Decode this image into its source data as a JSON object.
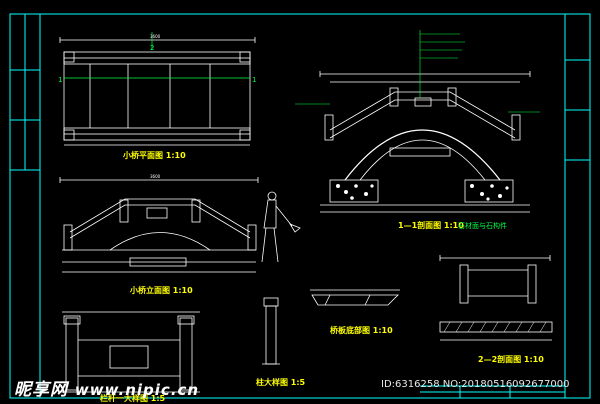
{
  "drawing": {
    "plan_title": "小桥平面图 1:10",
    "elevation_title": "小桥立面图 1:10",
    "section_1_title": "1—1剖面图 1:10",
    "section_2_title": "2—2剖面图 1:10",
    "railing_title": "栏杆一大样图 1:5",
    "column_title": "柱大样图 1:5",
    "slab_title": "桥板底部图 1:10",
    "green_note": "石材面与石构件",
    "plan_marks": [
      "2",
      "1",
      "1"
    ],
    "elevation_width": "3600",
    "plan_width": "3600"
  },
  "watermark": {
    "brand": "昵享网",
    "site": "www.nipic.cn",
    "id_text": "ID:6316258 NO:20180516092677000"
  },
  "colors": {
    "frame": "#00ffff",
    "bridge": "#ffffff",
    "title": "#ffff00",
    "note": "#00ff44"
  }
}
